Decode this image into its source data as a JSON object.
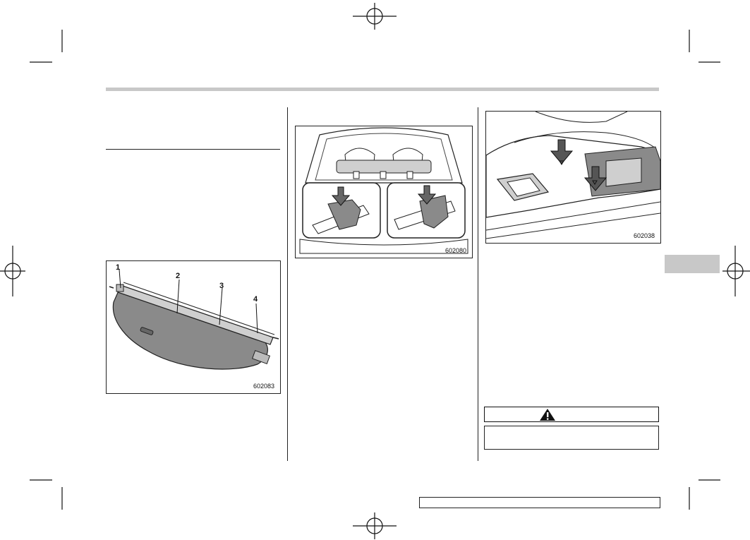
{
  "figures": {
    "cover": {
      "code": "602083",
      "callouts": [
        "1",
        "2",
        "3",
        "4"
      ]
    },
    "cargo_area": {
      "code": "602080"
    },
    "side_trim": {
      "code": "602038"
    }
  },
  "warning": {
    "icon": "warning-triangle-icon"
  },
  "colors": {
    "header_bar": "#c8c8c8",
    "chapter_tab": "#c8c8c8",
    "figure_gray": "#8a8a8a",
    "figure_light_gray": "#cfcfcf"
  }
}
